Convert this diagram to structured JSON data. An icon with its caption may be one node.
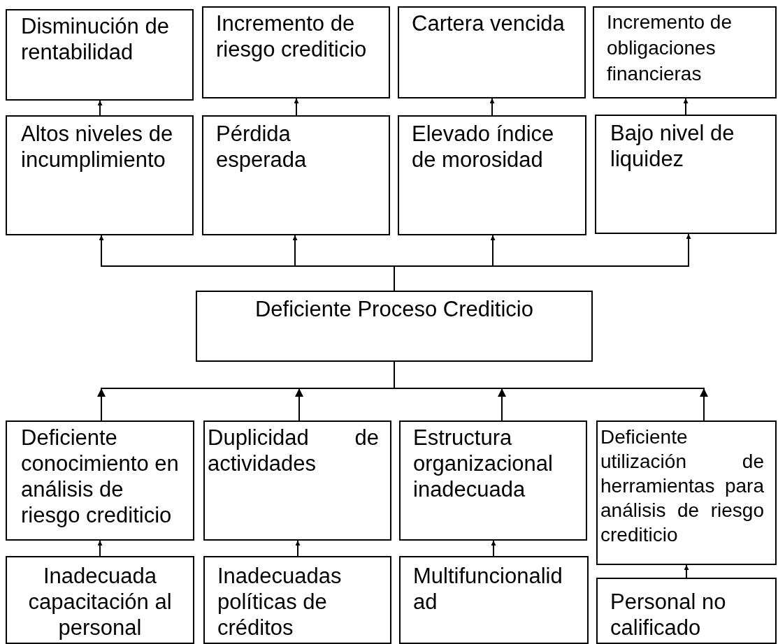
{
  "diagram": {
    "nodes": [
      {
        "text": [
          "Disminución de rentabilidad"
        ]
      },
      {
        "text": [
          "Incremento de riesgo crediticio"
        ]
      },
      {
        "text": [
          "Cartera vencida"
        ]
      },
      {
        "text": [
          "Incremento de obligaciones financieras"
        ]
      },
      {
        "text": [
          "Altos niveles de incumplimiento"
        ]
      },
      {
        "text": [
          "Pérdida esperada"
        ]
      },
      {
        "text": [
          "Elevado índice de morosidad"
        ]
      },
      {
        "text": [
          "Bajo nivel de liquidez"
        ]
      },
      {
        "text": [
          "Deficiente Proceso Crediticio"
        ]
      },
      {
        "text": [
          "Deficiente conocimiento en análisis de riesgo crediticio"
        ]
      },
      {
        "text": [
          "Duplicidad de actividades"
        ]
      },
      {
        "text": [
          "Estructura organizacional inadecuada"
        ]
      },
      {
        "text": [
          "Deficiente utilización de herramientas para análisis de riesgo crediticio"
        ]
      },
      {
        "text": [
          "Inadecuada capacitación al personal"
        ]
      },
      {
        "text": [
          "Inadecuadas políticas de créditos"
        ]
      },
      {
        "text": [
          "Multifuncionalid ad"
        ]
      },
      {
        "text": [
          "Personal no calificado"
        ]
      }
    ],
    "edges": [
      {
        "from": 4,
        "to": 0,
        "arrow": "to"
      },
      {
        "from": 5,
        "to": 1,
        "arrow": "to"
      },
      {
        "from": 6,
        "to": 2,
        "arrow": "to"
      },
      {
        "from": 7,
        "to": 3,
        "arrow": "to"
      },
      {
        "from": 8,
        "to": 4,
        "arrow": "to"
      },
      {
        "from": 8,
        "to": 5,
        "arrow": "to"
      },
      {
        "from": 8,
        "to": 6,
        "arrow": "to"
      },
      {
        "from": 8,
        "to": 7,
        "arrow": "to"
      },
      {
        "from": 9,
        "to": 8,
        "arrow": "to"
      },
      {
        "from": 10,
        "to": 8,
        "arrow": "to"
      },
      {
        "from": 11,
        "to": 8,
        "arrow": "to"
      },
      {
        "from": 12,
        "to": 8,
        "arrow": "to"
      },
      {
        "from": 13,
        "to": 9,
        "arrow": "to"
      },
      {
        "from": 14,
        "to": 10,
        "arrow": "to"
      },
      {
        "from": 15,
        "to": 11,
        "arrow": "to"
      },
      {
        "from": 16,
        "to": 12,
        "arrow": "to"
      }
    ]
  }
}
